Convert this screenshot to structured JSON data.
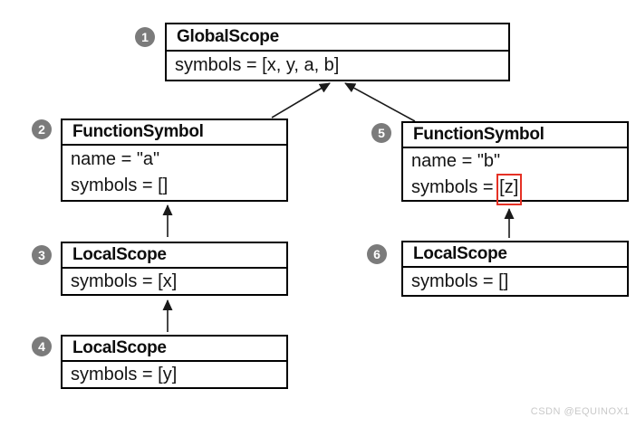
{
  "nodes": {
    "n1": {
      "badge": "1",
      "title": "GlobalScope",
      "line1": "symbols = [x, y, a, b]"
    },
    "n2": {
      "badge": "2",
      "title": "FunctionSymbol",
      "line1": "name = \"a\"",
      "line2": "symbols = []"
    },
    "n3": {
      "badge": "3",
      "title": "LocalScope",
      "line1": "symbols = [x]"
    },
    "n4": {
      "badge": "4",
      "title": "LocalScope",
      "line1": "symbols = [y]"
    },
    "n5": {
      "badge": "5",
      "title": "FunctionSymbol",
      "line1": "name = \"b\"",
      "line2_prefix": "symbols = ",
      "line2_value": "[z]"
    },
    "n6": {
      "badge": "6",
      "title": "LocalScope",
      "line1": "symbols = []"
    }
  },
  "colors": {
    "box_border": "#000000",
    "badge_bg": "#7b7b7b",
    "badge_text": "#ffffff",
    "highlight_border": "#e53125",
    "arrow": "#1a1a1a",
    "watermark": "#c9c9c9"
  },
  "watermark": "CSDN @EQUINOX1"
}
